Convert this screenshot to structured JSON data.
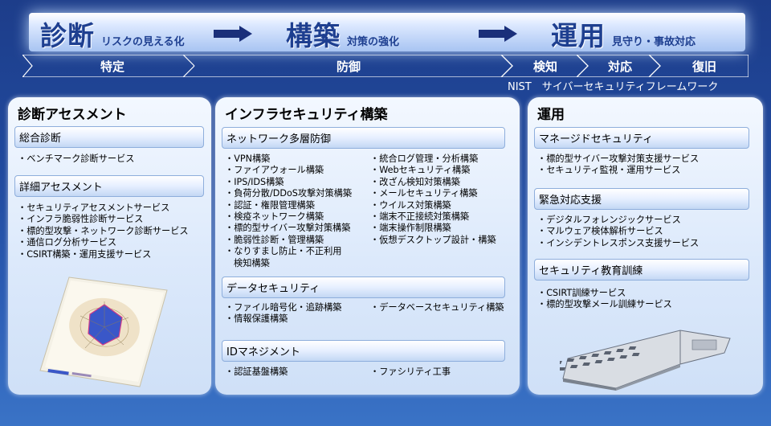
{
  "phases": [
    {
      "big": "診断",
      "small": "リスクの見える化"
    },
    {
      "big": "構築",
      "small": "対策の強化"
    },
    {
      "big": "運用",
      "small": "見守り・事故対応"
    }
  ],
  "nist": {
    "segments": [
      "特定",
      "防御",
      "検知",
      "対応",
      "復旧"
    ],
    "caption": "NIST　サイバーセキュリティフレームワーク"
  },
  "panels": {
    "diagnosis": {
      "title": "診断アセスメント",
      "groups": [
        {
          "label": "総合診断",
          "items": [
            "ベンチマーク診断サービス"
          ]
        },
        {
          "label": "詳細アセスメント",
          "items": [
            "セキュリティアセスメントサービス",
            "インフラ脆弱性診断サービス",
            "標的型攻撃・ネットワーク診断サービス",
            "通信ログ分析サービス",
            "CSIRT構築・運用支援サービス"
          ]
        }
      ]
    },
    "infra": {
      "title": "インフラセキュリティ構築",
      "network": {
        "label": "ネットワーク多層防御",
        "col1": [
          "VPN構築",
          "ファイアウォール構築",
          "IPS/IDS構築",
          "負荷分散/DDoS攻撃対策構築",
          "認証・権限管理構築",
          "検疫ネットワーク構築",
          "標的型サイバー攻撃対策構築",
          "脆弱性診断・管理構築",
          "なりすまし防止・不正利用"
        ],
        "col1_cont": "検知構築",
        "col2": [
          "統合ログ管理・分析構築",
          "Webセキュリティ構築",
          "改ざん検知対策構築",
          "メールセキュリティ構築",
          "ウイルス対策構築",
          "端末不正接続対策構築",
          "端末操作制限構築",
          "仮想デスクトップ設計・構築"
        ]
      },
      "data": {
        "label": "データセキュリティ",
        "col1": [
          "ファイル暗号化・追跡構築",
          "情報保護構築"
        ],
        "col2": [
          "データベースセキュリティ構築"
        ]
      },
      "id": {
        "label": "IDマネジメント",
        "col1": [
          "認証基盤構築"
        ],
        "col2": [
          "ファシリティ工事"
        ]
      }
    },
    "ops": {
      "title": "運用",
      "groups": [
        {
          "label": "マネージドセキュリティ",
          "items": [
            "標的型サイバー攻撃対策支援サービス",
            "セキュリティ監視・運用サービス"
          ]
        },
        {
          "label": "緊急対応支援",
          "items": [
            "デジタルフォレンジックサービス",
            "マルウェア検体解析サービス",
            "インシデントレスポンス支援サービス"
          ]
        },
        {
          "label": "セキュリティ教育訓練",
          "items": [
            "CSIRT訓練サービス",
            "標的型攻撃メール訓練サービス"
          ]
        }
      ]
    }
  },
  "colors": {
    "navy": "#1d3d8a",
    "accent": "#1e3f90",
    "panel": "#dce9fb"
  }
}
